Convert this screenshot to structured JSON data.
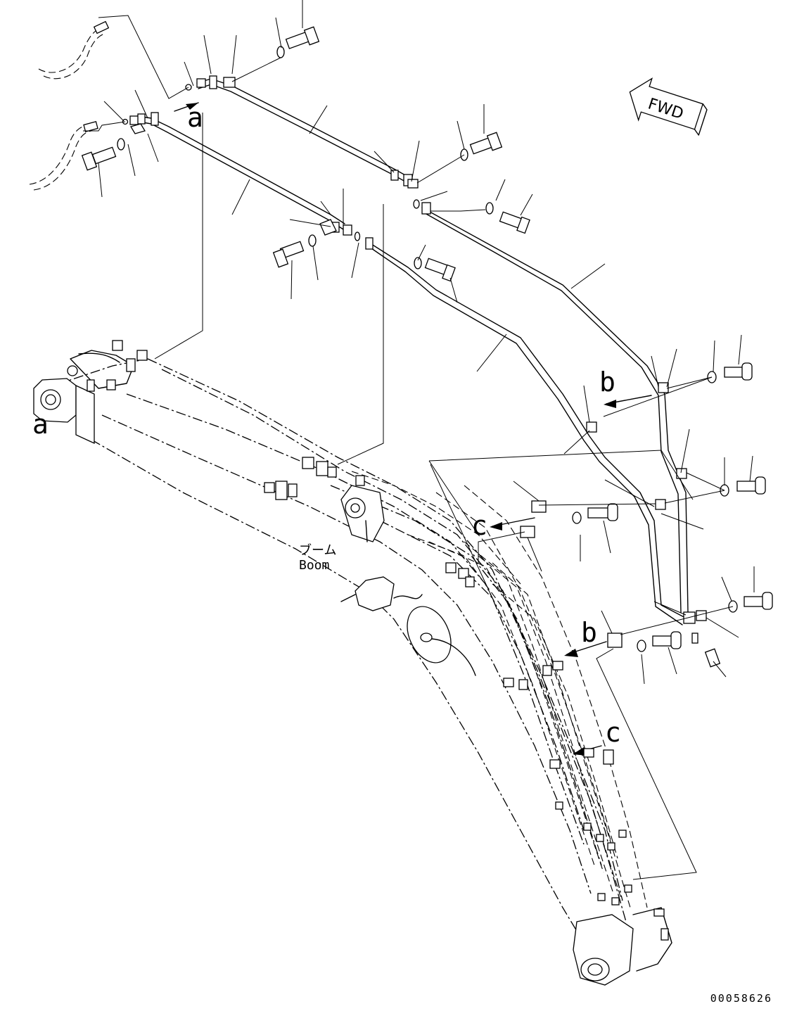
{
  "diagram": {
    "callouts": {
      "a_top": "a",
      "a_left": "a",
      "b_upper": "b",
      "b_lower": "b",
      "c_upper": "c",
      "c_lower": "c"
    },
    "boom_label_jp": "ブーム",
    "boom_label_en": "Boom",
    "direction_label": "FWD",
    "drawing_code": "00058626"
  }
}
